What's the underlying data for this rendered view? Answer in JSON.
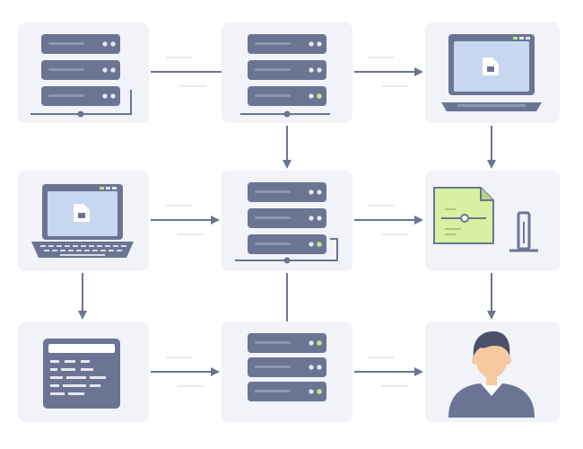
{
  "diagram": {
    "nodes": [
      {
        "id": "server-1",
        "icon": "server-rack-icon",
        "status": "idle"
      },
      {
        "id": "server-2",
        "icon": "server-rack-icon",
        "status": "active"
      },
      {
        "id": "laptop-1",
        "icon": "laptop-icon",
        "screen": "file-icon"
      },
      {
        "id": "laptop-2",
        "icon": "laptop-icon",
        "screen": "file-icon"
      },
      {
        "id": "server-3",
        "icon": "server-rack-icon",
        "status": "active"
      },
      {
        "id": "document-gauge",
        "icon": "document-slider-icon"
      },
      {
        "id": "dashboard-window",
        "icon": "window-list-icon"
      },
      {
        "id": "server-4",
        "icon": "server-rack-icon",
        "status": "active"
      },
      {
        "id": "user",
        "icon": "user-avatar-icon"
      }
    ],
    "edges": [
      {
        "from": "server-1",
        "to": "server-2",
        "arrow": false
      },
      {
        "from": "server-2",
        "to": "laptop-1",
        "arrow": true
      },
      {
        "from": "server-2",
        "to": "server-3",
        "arrow": true
      },
      {
        "from": "laptop-1",
        "to": "document-gauge",
        "arrow": true
      },
      {
        "from": "laptop-2",
        "to": "server-3",
        "arrow": true
      },
      {
        "from": "server-3",
        "to": "document-gauge",
        "arrow": true
      },
      {
        "from": "laptop-2",
        "to": "dashboard-window",
        "arrow": true
      },
      {
        "from": "server-3",
        "to": "server-4",
        "arrow": false
      },
      {
        "from": "document-gauge",
        "to": "user",
        "arrow": true
      },
      {
        "from": "dashboard-window",
        "to": "server-4",
        "arrow": true
      },
      {
        "from": "server-4",
        "to": "user",
        "arrow": true
      }
    ],
    "colors": {
      "tile": "#f1f3f9",
      "icon": "#6b7593",
      "icon_dark": "#545e7c",
      "screen": "#c7d7f0",
      "document": "#d7f0a2",
      "led_green": "#b8e986",
      "arrow": "#6b7593",
      "skin": "#f6c9a0",
      "hair": "#4a5069"
    }
  }
}
